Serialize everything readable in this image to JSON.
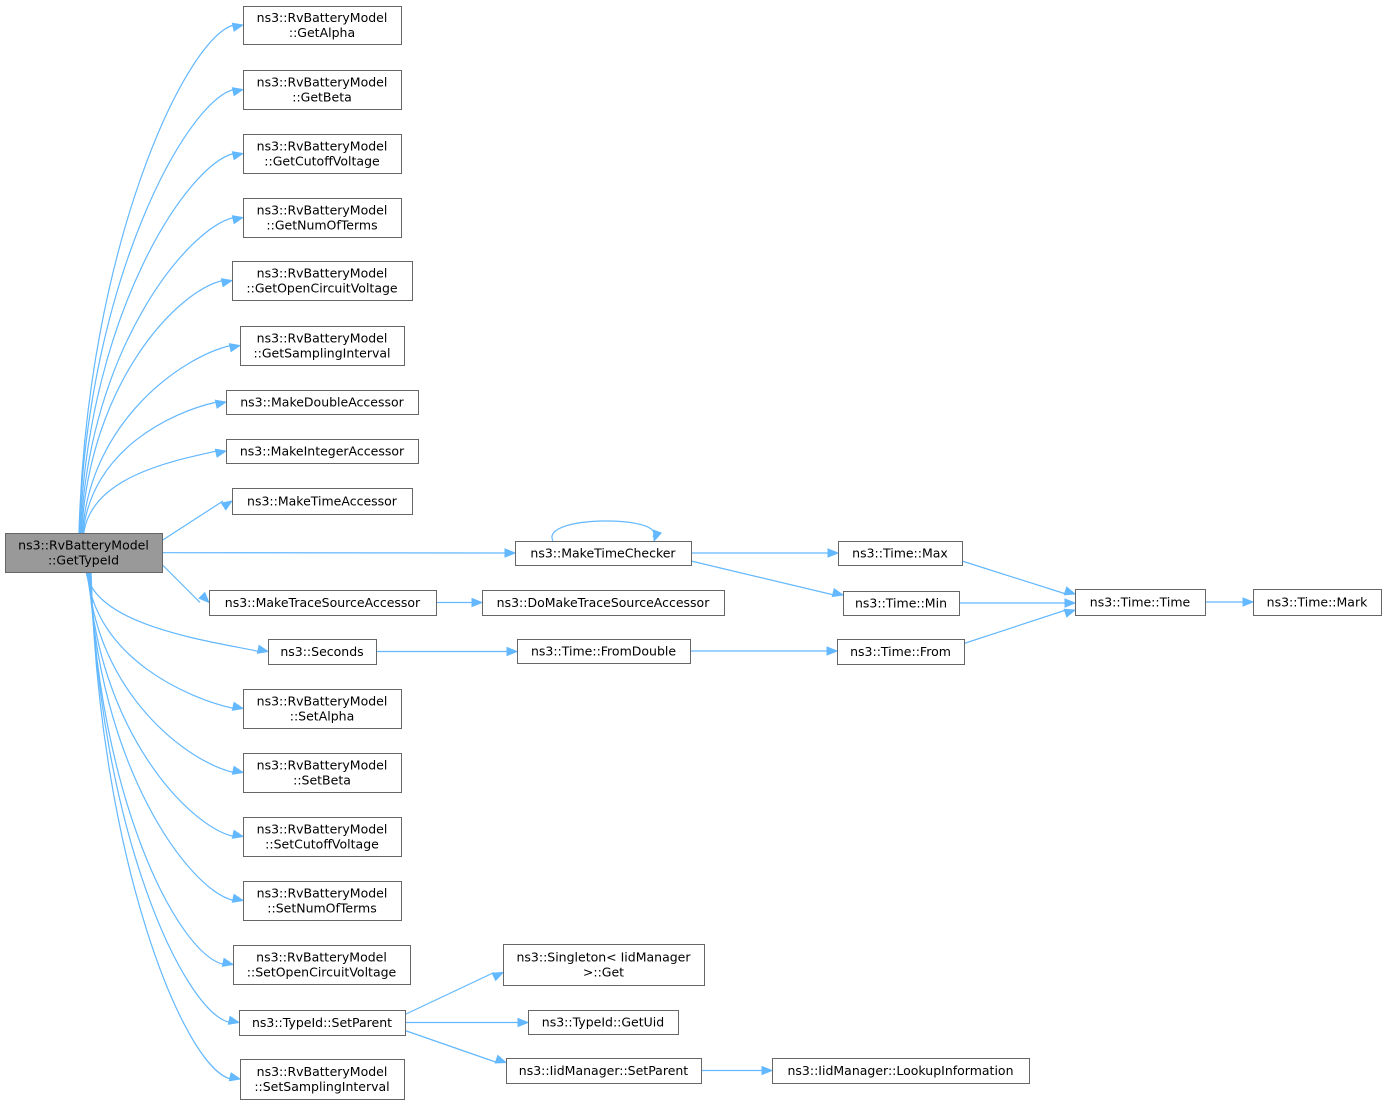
{
  "nodes": [
    {
      "id": "root",
      "lines": [
        "ns3::RvBatteryModel",
        "::GetTypeId"
      ],
      "root": true
    },
    {
      "id": "getAlpha",
      "lines": [
        "ns3::RvBatteryModel",
        "::GetAlpha"
      ]
    },
    {
      "id": "getBeta",
      "lines": [
        "ns3::RvBatteryModel",
        "::GetBeta"
      ]
    },
    {
      "id": "getCutoffVoltage",
      "lines": [
        "ns3::RvBatteryModel",
        "::GetCutoffVoltage"
      ]
    },
    {
      "id": "getNumOfTerms",
      "lines": [
        "ns3::RvBatteryModel",
        "::GetNumOfTerms"
      ]
    },
    {
      "id": "getOpenCircuitVoltage",
      "lines": [
        "ns3::RvBatteryModel",
        "::GetOpenCircuitVoltage"
      ]
    },
    {
      "id": "getSamplingInterval",
      "lines": [
        "ns3::RvBatteryModel",
        "::GetSamplingInterval"
      ]
    },
    {
      "id": "makeDoubleAccessor",
      "lines": [
        "ns3::MakeDoubleAccessor"
      ]
    },
    {
      "id": "makeIntegerAccessor",
      "lines": [
        "ns3::MakeIntegerAccessor"
      ]
    },
    {
      "id": "makeTimeAccessor",
      "lines": [
        "ns3::MakeTimeAccessor"
      ]
    },
    {
      "id": "makeTimeChecker",
      "lines": [
        "ns3::MakeTimeChecker"
      ]
    },
    {
      "id": "timeMax",
      "lines": [
        "ns3::Time::Max"
      ]
    },
    {
      "id": "timeMin",
      "lines": [
        "ns3::Time::Min"
      ]
    },
    {
      "id": "timeTime",
      "lines": [
        "ns3::Time::Time"
      ]
    },
    {
      "id": "timeMark",
      "lines": [
        "ns3::Time::Mark"
      ]
    },
    {
      "id": "makeTraceSourceAccessor",
      "lines": [
        "ns3::MakeTraceSourceAccessor"
      ]
    },
    {
      "id": "doMakeTraceSourceAccessor",
      "lines": [
        "ns3::DoMakeTraceSourceAccessor"
      ]
    },
    {
      "id": "seconds",
      "lines": [
        "ns3::Seconds"
      ]
    },
    {
      "id": "fromDouble",
      "lines": [
        "ns3::Time::FromDouble"
      ]
    },
    {
      "id": "timeFrom",
      "lines": [
        "ns3::Time::From"
      ]
    },
    {
      "id": "setAlpha",
      "lines": [
        "ns3::RvBatteryModel",
        "::SetAlpha"
      ]
    },
    {
      "id": "setBeta",
      "lines": [
        "ns3::RvBatteryModel",
        "::SetBeta"
      ]
    },
    {
      "id": "setCutoffVoltage",
      "lines": [
        "ns3::RvBatteryModel",
        "::SetCutoffVoltage"
      ]
    },
    {
      "id": "setNumOfTerms",
      "lines": [
        "ns3::RvBatteryModel",
        "::SetNumOfTerms"
      ]
    },
    {
      "id": "setOpenCircuitVoltage",
      "lines": [
        "ns3::RvBatteryModel",
        "::SetOpenCircuitVoltage"
      ]
    },
    {
      "id": "typeIdSetParent",
      "lines": [
        "ns3::TypeId::SetParent"
      ]
    },
    {
      "id": "singletonGet",
      "lines": [
        "ns3::Singleton< IidManager",
        " >::Get"
      ]
    },
    {
      "id": "typeIdGetUid",
      "lines": [
        "ns3::TypeId::GetUid"
      ]
    },
    {
      "id": "iidSetParent",
      "lines": [
        "ns3::IidManager::SetParent"
      ]
    },
    {
      "id": "lookupInformation",
      "lines": [
        "ns3::IidManager::LookupInformation"
      ]
    },
    {
      "id": "setSamplingInterval",
      "lines": [
        "ns3::RvBatteryModel",
        "::SetSamplingInterval"
      ]
    }
  ],
  "edges": [
    [
      "root",
      "getAlpha"
    ],
    [
      "root",
      "getBeta"
    ],
    [
      "root",
      "getCutoffVoltage"
    ],
    [
      "root",
      "getNumOfTerms"
    ],
    [
      "root",
      "getOpenCircuitVoltage"
    ],
    [
      "root",
      "getSamplingInterval"
    ],
    [
      "root",
      "makeDoubleAccessor"
    ],
    [
      "root",
      "makeIntegerAccessor"
    ],
    [
      "root",
      "makeTimeAccessor"
    ],
    [
      "root",
      "makeTimeChecker"
    ],
    [
      "root",
      "makeTraceSourceAccessor"
    ],
    [
      "root",
      "seconds"
    ],
    [
      "root",
      "setAlpha"
    ],
    [
      "root",
      "setBeta"
    ],
    [
      "root",
      "setCutoffVoltage"
    ],
    [
      "root",
      "setNumOfTerms"
    ],
    [
      "root",
      "setOpenCircuitVoltage"
    ],
    [
      "root",
      "typeIdSetParent"
    ],
    [
      "root",
      "setSamplingInterval"
    ],
    [
      "makeTimeChecker",
      "makeTimeChecker"
    ],
    [
      "makeTimeChecker",
      "timeMax"
    ],
    [
      "makeTimeChecker",
      "timeMin"
    ],
    [
      "timeMax",
      "timeTime"
    ],
    [
      "timeMin",
      "timeTime"
    ],
    [
      "timeTime",
      "timeMark"
    ],
    [
      "makeTraceSourceAccessor",
      "doMakeTraceSourceAccessor"
    ],
    [
      "seconds",
      "fromDouble"
    ],
    [
      "fromDouble",
      "timeFrom"
    ],
    [
      "timeFrom",
      "timeTime"
    ],
    [
      "typeIdSetParent",
      "singletonGet"
    ],
    [
      "typeIdSetParent",
      "typeIdGetUid"
    ],
    [
      "typeIdSetParent",
      "iidSetParent"
    ],
    [
      "iidSetParent",
      "lookupInformation"
    ]
  ]
}
